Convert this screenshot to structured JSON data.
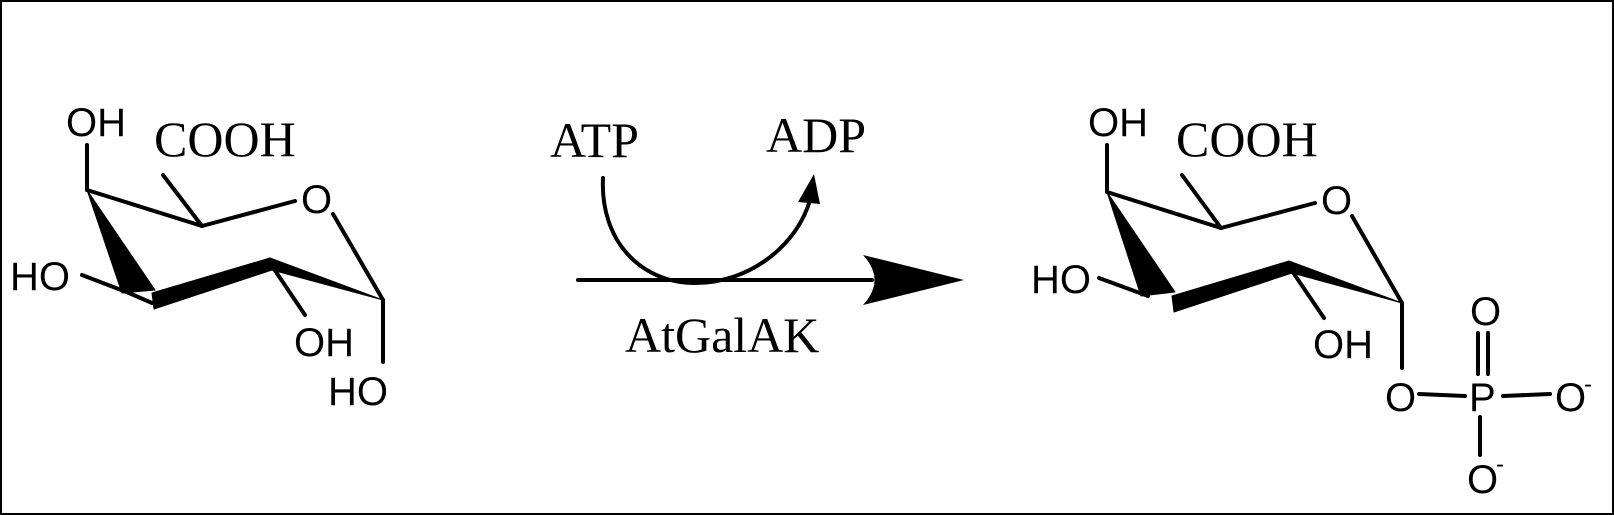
{
  "reactant": {
    "labels": {
      "oh_top": "OH",
      "cooh": "COOH",
      "ring_o": "O",
      "ho_left": "HO",
      "oh_bottom": "OH",
      "ho_anomeric": "HO"
    }
  },
  "reaction": {
    "cofactor_in": "ATP",
    "cofactor_out": "ADP",
    "enzyme": "AtGalAK"
  },
  "product": {
    "labels": {
      "oh_top": "OH",
      "cooh": "COOH",
      "ring_o": "O",
      "ho_left": "HO",
      "oh_bottom": "OH",
      "bridge_o": "O",
      "phosphorus": "P",
      "p_double_o": "O",
      "p_o_right": "O",
      "p_o_bottom": "O",
      "charge_right": "-",
      "charge_bottom": "-"
    }
  }
}
